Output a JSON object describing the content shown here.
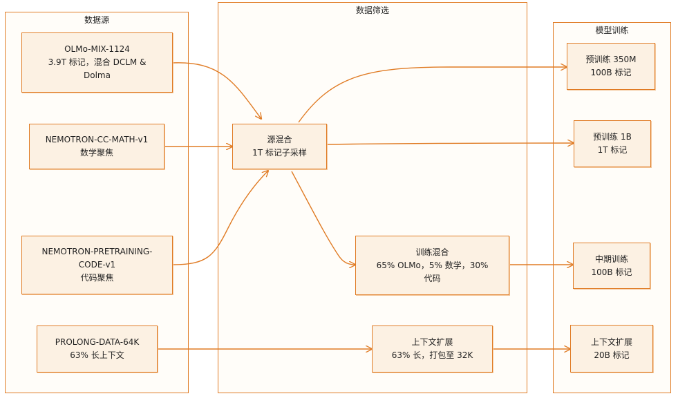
{
  "groups": {
    "sources": "数据源",
    "filter": "数据筛选",
    "training": "模型训练"
  },
  "nodes": {
    "olmo_mix": [
      "OLMo-MIX-1124",
      "3.9T 标记，混合 DCLM &",
      "Dolma"
    ],
    "nemotron_math": [
      "NEMOTRON-CC-MATH-v1",
      "数学聚焦"
    ],
    "nemotron_code": [
      "NEMOTRON-PRETRAINING-",
      "CODE-v1",
      "代码聚焦"
    ],
    "prolong": [
      "PROLONG-DATA-64K",
      "63% 长上下文"
    ],
    "source_mix": [
      "源混合",
      "1T 标记子采样"
    ],
    "train_mix": [
      "训练混合",
      "65% OLMo，5% 数学，30%",
      "代码"
    ],
    "context_ext": [
      "上下文扩展",
      "63% 长，打包至 32K"
    ],
    "pretrain_350m": [
      "预训练 350M",
      "100B 标记"
    ],
    "pretrain_1b": [
      "预训练 1B",
      "1T 标记"
    ],
    "midtrain": [
      "中期训练",
      "100B 标记"
    ],
    "context_ext_train": [
      "上下文扩展",
      "20B 标记"
    ]
  },
  "colors": {
    "stroke": "#e07b24",
    "fill": "#fcf1e3"
  }
}
